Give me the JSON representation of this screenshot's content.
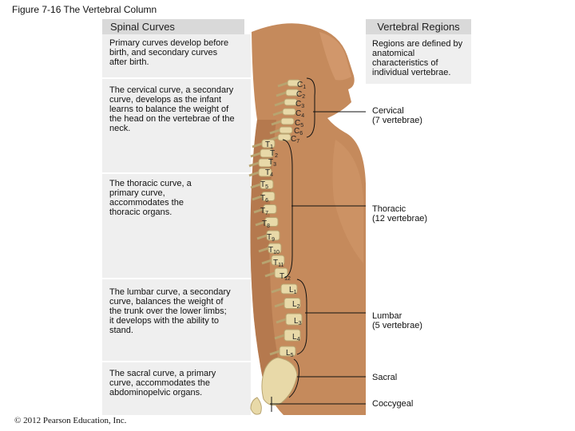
{
  "figure_title": "Figure 7-16 The Vertebral Column",
  "headers": {
    "left": "Spinal Curves",
    "right": "Vertebral Regions"
  },
  "curves": {
    "intro": "Primary curves develop before birth, and secondary curves after birth.",
    "cervical": "The cervical curve, a secondary curve, develops as the infant learns to balance the weight of the head on the vertebrae of the neck.",
    "thoracic": "The thoracic curve, a primary curve, accommodates the thoracic organs.",
    "lumbar": "The lumbar curve, a secondary curve, balances the weight of the trunk over the lower limbs; it develops with the ability to stand.",
    "sacral": "The sacral curve, a primary curve, accommodates the abdominopelvic organs."
  },
  "regions": {
    "intro": "Regions are defined by anatomical characteristics of individual vertebrae.",
    "cervical_name": "Cervical",
    "cervical_count": "(7 vertebrae)",
    "thoracic_name": "Thoracic",
    "thoracic_count": "(12 vertebrae)",
    "lumbar_name": "Lumbar",
    "lumbar_count": "(5 vertebrae)",
    "sacral_name": "Sacral",
    "coccygeal_name": "Coccygeal"
  },
  "vertebra_labels": {
    "cervical": [
      "C1",
      "C2",
      "C3",
      "C4",
      "C5",
      "C6",
      "C7"
    ],
    "thoracic": [
      "T1",
      "T2",
      "T3",
      "T4",
      "T5",
      "T6",
      "T7",
      "T8",
      "T9",
      "T10",
      "T11",
      "T12"
    ],
    "lumbar": [
      "L1",
      "L2",
      "L3",
      "L4",
      "L5"
    ]
  },
  "copyright": "© 2012 Pearson Education, Inc.",
  "colors": {
    "skin": "#c58a5c",
    "skin_shadow": "#a86c43",
    "bone": "#e8d9a8",
    "panel": "#efefef",
    "header": "#d9d9d9"
  }
}
